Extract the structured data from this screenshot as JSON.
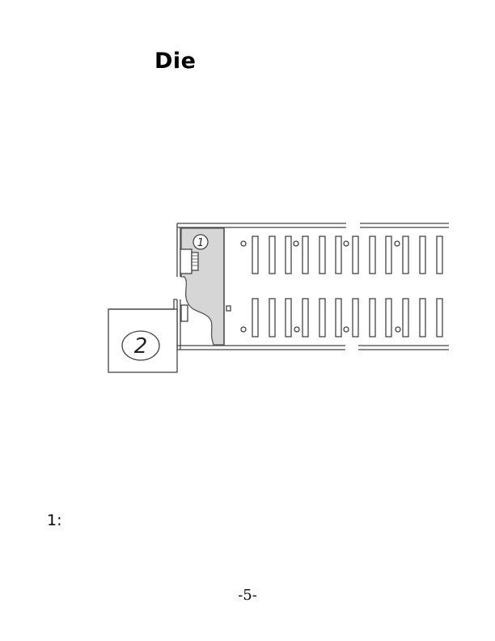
{
  "page": {
    "heading": "Die",
    "item_label": "1:",
    "page_number": "-5-"
  },
  "diagram": {
    "markers": [
      "1",
      "2"
    ]
  }
}
